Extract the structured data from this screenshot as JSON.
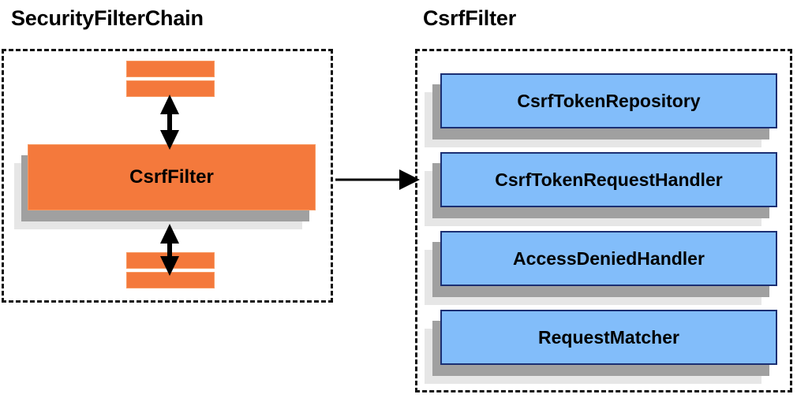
{
  "diagram": {
    "title_left": "SecurityFilterChain",
    "title_right": "CsrfFilter",
    "colors": {
      "orange_fill": "#f4793c",
      "orange_border": "#f79a63",
      "blue_fill": "#82bdfa",
      "blue_border": "#1b2f73",
      "shadow_dark": "#a0a0a0",
      "shadow_light": "#e6e6e6",
      "dashed_border": "#111111",
      "text": "#000000",
      "background": "#ffffff"
    }
  },
  "chain_panel": {
    "label": "SecurityFilterChain",
    "highlighted_filter": "CsrfFilter",
    "filters_above_count": 2,
    "filters_below_count": 2
  },
  "filter_panel": {
    "label": "CsrfFilter",
    "collaborators": [
      {
        "name": "CsrfTokenRepository"
      },
      {
        "name": "CsrfTokenRequestHandler"
      },
      {
        "name": "AccessDeniedHandler"
      },
      {
        "name": "RequestMatcher"
      }
    ]
  },
  "connectors": {
    "up_arrow": "double-headed-vertical-arrow",
    "down_arrow": "double-headed-vertical-arrow",
    "cross_panel_arrow": "right-arrow"
  }
}
